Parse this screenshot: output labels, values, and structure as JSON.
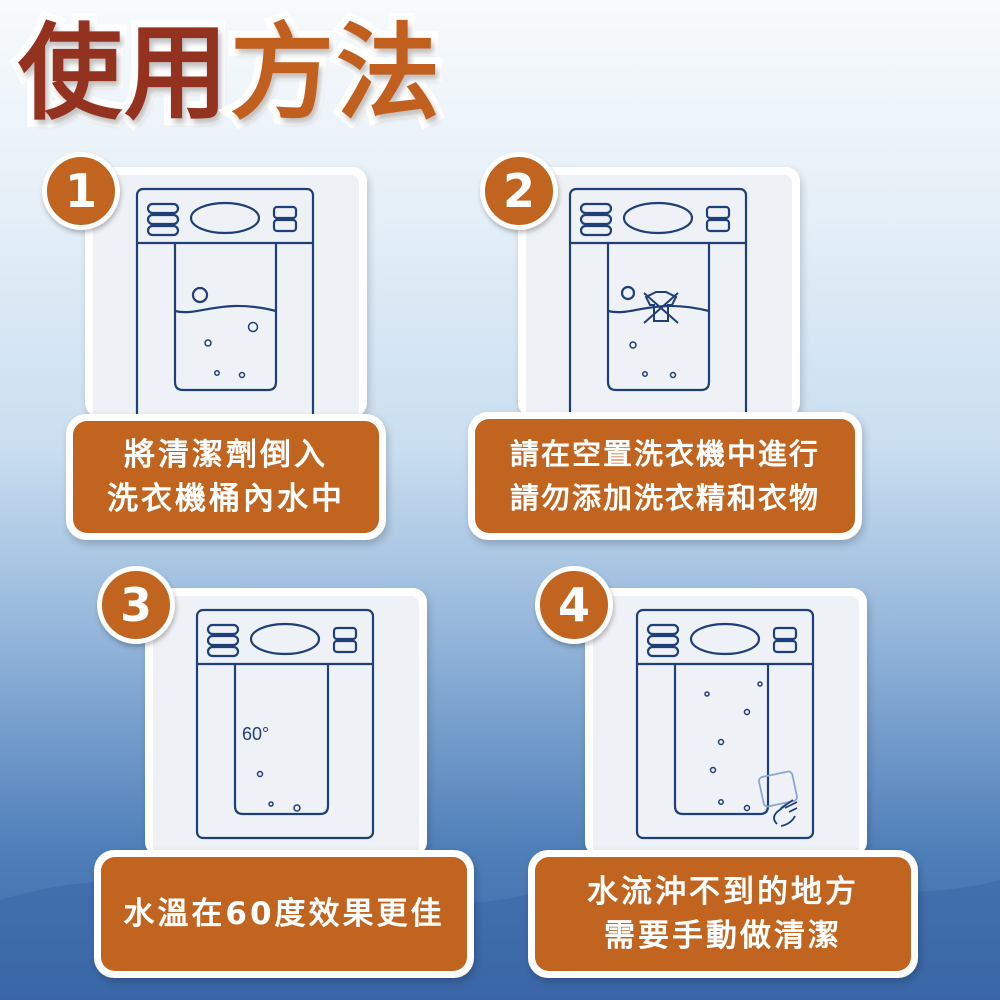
{
  "title": {
    "part1": "使用",
    "part2": "方法"
  },
  "colors": {
    "accent": "#c0641f",
    "title_dark": "#93321f",
    "line": "#1e3f78"
  },
  "steps": [
    {
      "number": "1",
      "lines": [
        "將清潔劑倒入",
        "洗衣機桶內水中"
      ],
      "icon": "washer-water-icon"
    },
    {
      "number": "2",
      "lines": [
        "請在空置洗衣機中進行",
        "請勿添加洗衣精和衣物"
      ],
      "icon": "washer-no-clothes-icon"
    },
    {
      "number": "3",
      "lines": [
        "水溫在60度效果更佳"
      ],
      "icon": "washer-temperature-icon",
      "temp": "60°"
    },
    {
      "number": "4",
      "lines": [
        "水流沖不到的地方",
        "需要手動做清潔"
      ],
      "icon": "washer-hand-clean-icon"
    }
  ]
}
